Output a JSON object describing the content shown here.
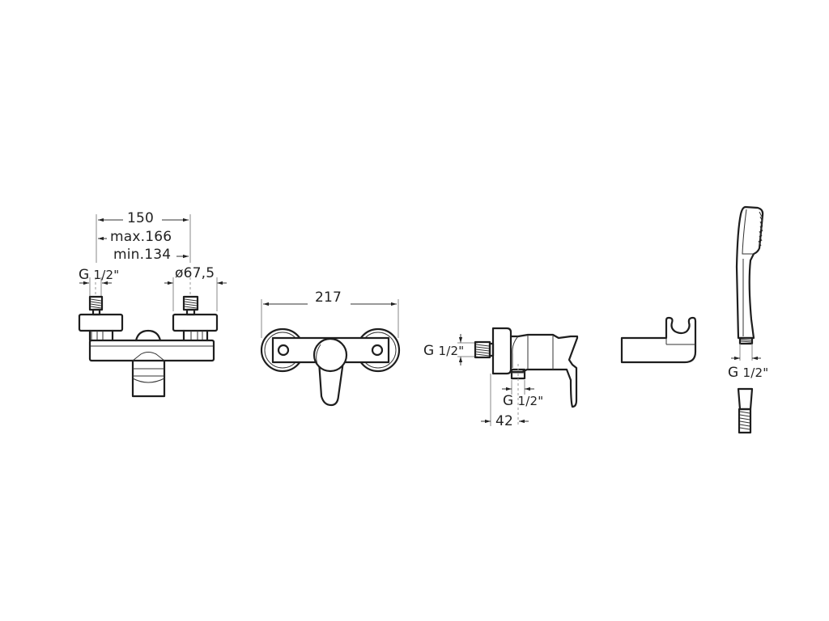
{
  "diagram": {
    "type": "technical-dimension-drawing",
    "views": [
      {
        "name": "bath-shower-mixer-front",
        "dimensions": {
          "width": "150",
          "max": "max.166",
          "min": "min.134",
          "thread": "G",
          "thread_fraction": "1/2\"",
          "diameter": "ø67,5"
        }
      },
      {
        "name": "mixer-top-view",
        "dimensions": {
          "width": "217"
        }
      },
      {
        "name": "built-in-mixer-side",
        "dimensions": {
          "thread_inlet": "G",
          "thread_inlet_fraction": "1/2\"",
          "thread_outlet": "G",
          "thread_outlet_fraction": "1/2\"",
          "depth": "42"
        }
      },
      {
        "name": "wall-bracket"
      },
      {
        "name": "hand-shower-and-hose",
        "dimensions": {
          "thread": "G",
          "thread_fraction": "1/2\""
        }
      }
    ]
  }
}
